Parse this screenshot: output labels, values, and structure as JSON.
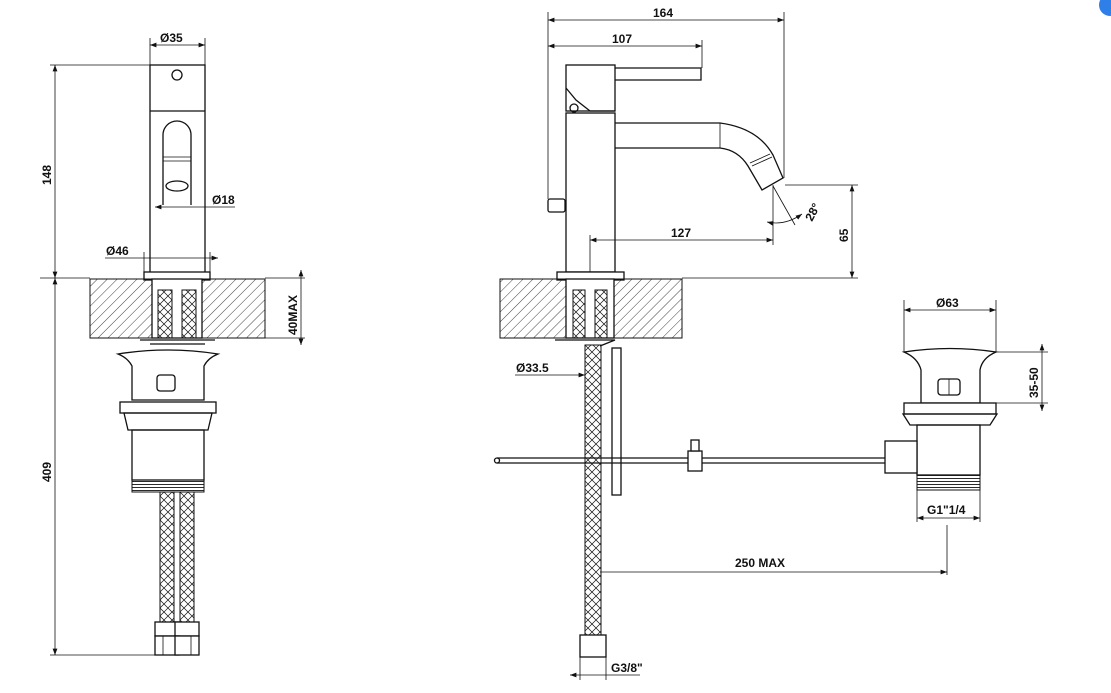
{
  "title": "Basin mixer technical drawing",
  "dimensions": {
    "front_body_diameter": "Ø35",
    "front_spout_diameter": "Ø18",
    "front_flange_diameter": "Ø46",
    "front_height": "148",
    "countertop_max": "40MAX",
    "hose_length": "409",
    "side_total_depth": "164",
    "side_lever_depth": "107",
    "side_spout_reach": "127",
    "side_spout_height": "65",
    "side_spout_angle": "28°",
    "side_shank_diameter": "Ø33.5",
    "waste_diameter": "Ø63",
    "waste_height": "35-50",
    "waste_thread": "G1\"1/4",
    "rod_max": "250 MAX",
    "hose_thread": "G3/8\""
  },
  "colors": {
    "line": "#111111",
    "accent": "#2f7fe8"
  }
}
